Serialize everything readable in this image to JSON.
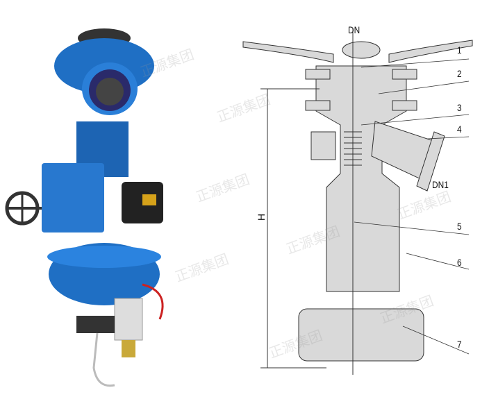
{
  "diagram": {
    "labels": {
      "dn": "DN",
      "dn1": "DN1",
      "h": "H",
      "callouts": [
        "1",
        "2",
        "3",
        "4",
        "5",
        "6",
        "7"
      ]
    }
  },
  "watermark": "正源集团",
  "colors": {
    "valve_blue": "#1f6fc4",
    "diagram_fill": "#d9d9d9",
    "line": "#333333"
  }
}
